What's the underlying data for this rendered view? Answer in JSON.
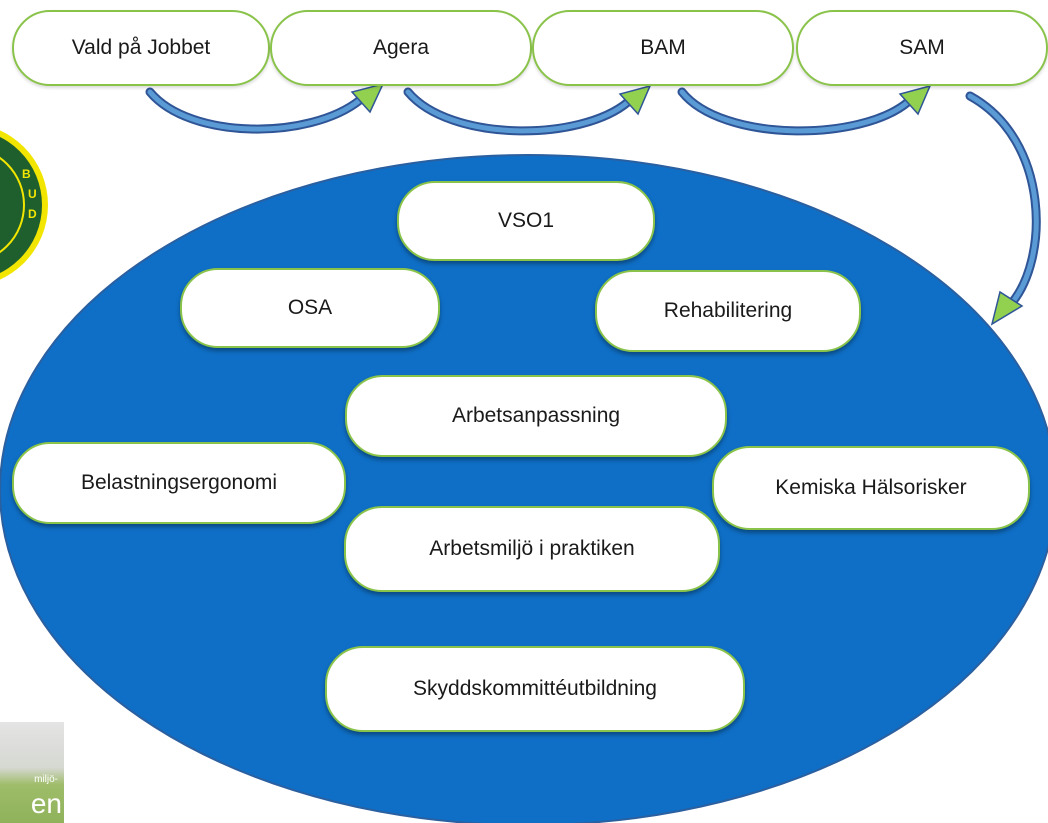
{
  "colors": {
    "ellipse_fill": "#0f6fc6",
    "ellipse_stroke": "#2a5fa0",
    "node_border": "#8ac34a",
    "arrow_fill": "#5b9bd5",
    "arrow_stroke": "#2f5597",
    "arrow_head": "#92d050"
  },
  "top_flow": {
    "nodes": [
      {
        "label": "Vald på Jobbet"
      },
      {
        "label": "Agera"
      },
      {
        "label": "BAM"
      },
      {
        "label": "SAM"
      }
    ]
  },
  "courses": {
    "vso1": "VSO1",
    "osa": "OSA",
    "rehabilitering": "Rehabilitering",
    "arbetsanpassning": "Arbetsanpassning",
    "belastningsergonomi": "Belastningsergonomi",
    "kemiska": "Kemiska Hälsorisker",
    "praktiken": "Arbetsmiljö i praktiken",
    "skydd": "Skyddskommittéutbildning"
  },
  "edge_logo": {
    "small_text": "miljö-",
    "big_text": "en"
  },
  "icons": {
    "badge": "round-badge-emblem",
    "logo": "partial-logo-image"
  }
}
